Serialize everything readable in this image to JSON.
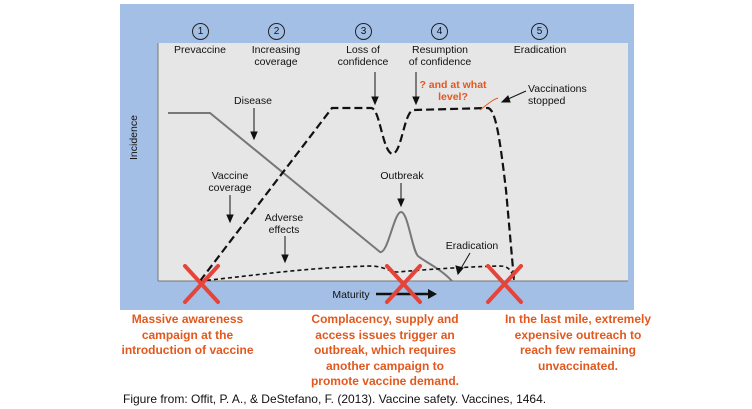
{
  "stages": [
    {
      "num": "1",
      "label": "Prevaccine"
    },
    {
      "num": "2",
      "label": "Increasing\ncoverage"
    },
    {
      "num": "3",
      "label": "Loss of\nconfidence"
    },
    {
      "num": "4",
      "label": "Resumption\nof confidence"
    },
    {
      "num": "5",
      "label": "Eradication"
    }
  ],
  "annotations": {
    "disease": "Disease",
    "vaccine_coverage": "Vaccine\ncoverage",
    "adverse_effects": "Adverse\neffects",
    "outbreak": "Outbreak",
    "eradication": "Eradication",
    "vaccinations_stopped": "Vaccinations\nstopped",
    "what_level": "? and at what\nlevel?"
  },
  "axes": {
    "ylabel": "Incidence",
    "xlabel": "Maturity"
  },
  "callouts": [
    "Massive awareness\ncampaign at the\nintroduction of vaccine",
    "Complacency, supply and\naccess issues trigger an\noutbreak, which requires\nanother campaign to\npromote vaccine demand.",
    "In the last mile, extremely\nexpensive outreach to\nreach few remaining\nunvaccinated."
  ],
  "caption": "Figure from: Offit, P. A., & DeStefano, F. (2013). Vaccine safety. Vaccines, 1464.",
  "colors": {
    "panel": "#a3bfe6",
    "plot": "#e6e6e6",
    "accent": "#e2581e",
    "cross": "#e4443a"
  }
}
